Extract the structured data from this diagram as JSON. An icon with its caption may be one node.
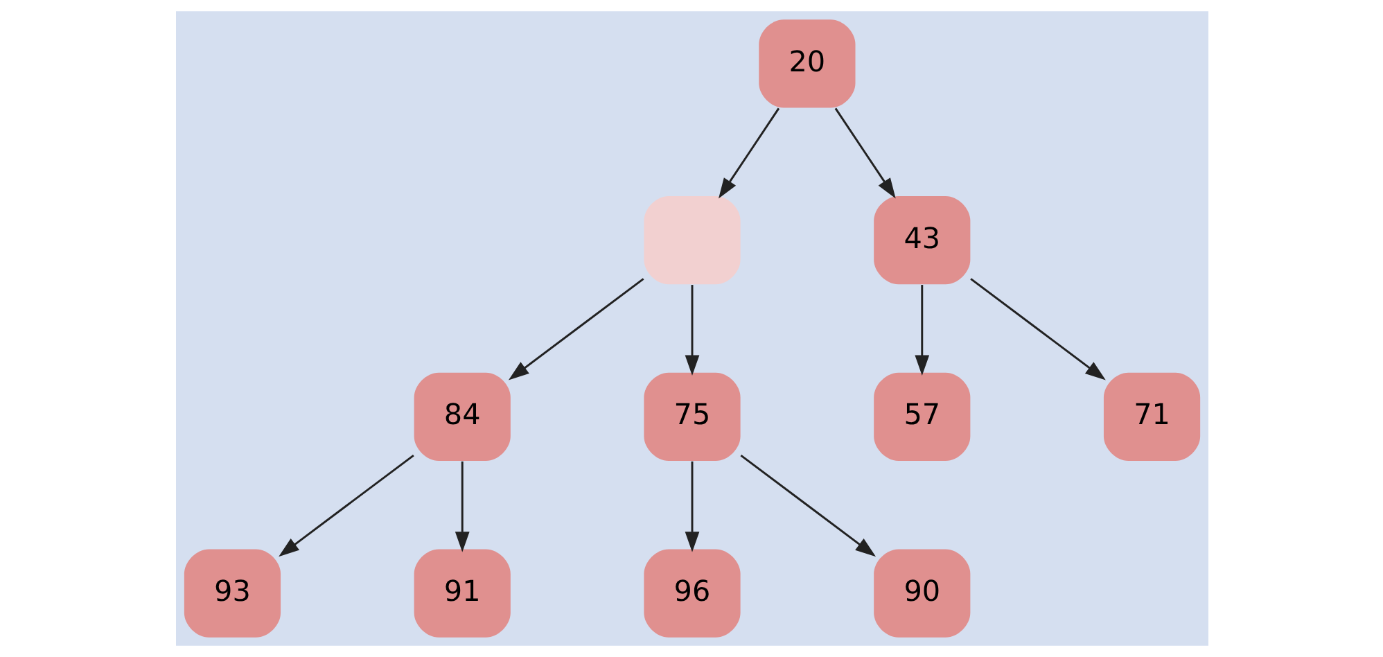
{
  "diagram": {
    "nodes": [
      {
        "text": [
          "20"
        ]
      },
      {
        "text": [],
        "shape": "box"
      },
      {
        "text": [
          "43"
        ]
      },
      {
        "text": [
          "84"
        ]
      },
      {
        "text": [
          "75"
        ]
      },
      {
        "text": [
          "57"
        ]
      },
      {
        "text": [
          "71"
        ]
      },
      {
        "text": [
          "93"
        ]
      },
      {
        "text": [
          "91"
        ]
      },
      {
        "text": [
          "96"
        ]
      },
      {
        "text": [
          "90"
        ]
      }
    ],
    "edges": [
      {
        "from": 0,
        "to": 1,
        "arrow": "to"
      },
      {
        "from": 0,
        "to": 2,
        "arrow": "to"
      },
      {
        "from": 1,
        "to": 3,
        "arrow": "to"
      },
      {
        "from": 1,
        "to": 4,
        "arrow": "to"
      },
      {
        "from": 2,
        "to": 5,
        "arrow": "to"
      },
      {
        "from": 2,
        "to": 6,
        "arrow": "to"
      },
      {
        "from": 3,
        "to": 7,
        "arrow": "to"
      },
      {
        "from": 3,
        "to": 8,
        "arrow": "to"
      },
      {
        "from": 4,
        "to": 9,
        "arrow": "to"
      },
      {
        "from": 4,
        "to": 10,
        "arrow": "to"
      }
    ]
  }
}
